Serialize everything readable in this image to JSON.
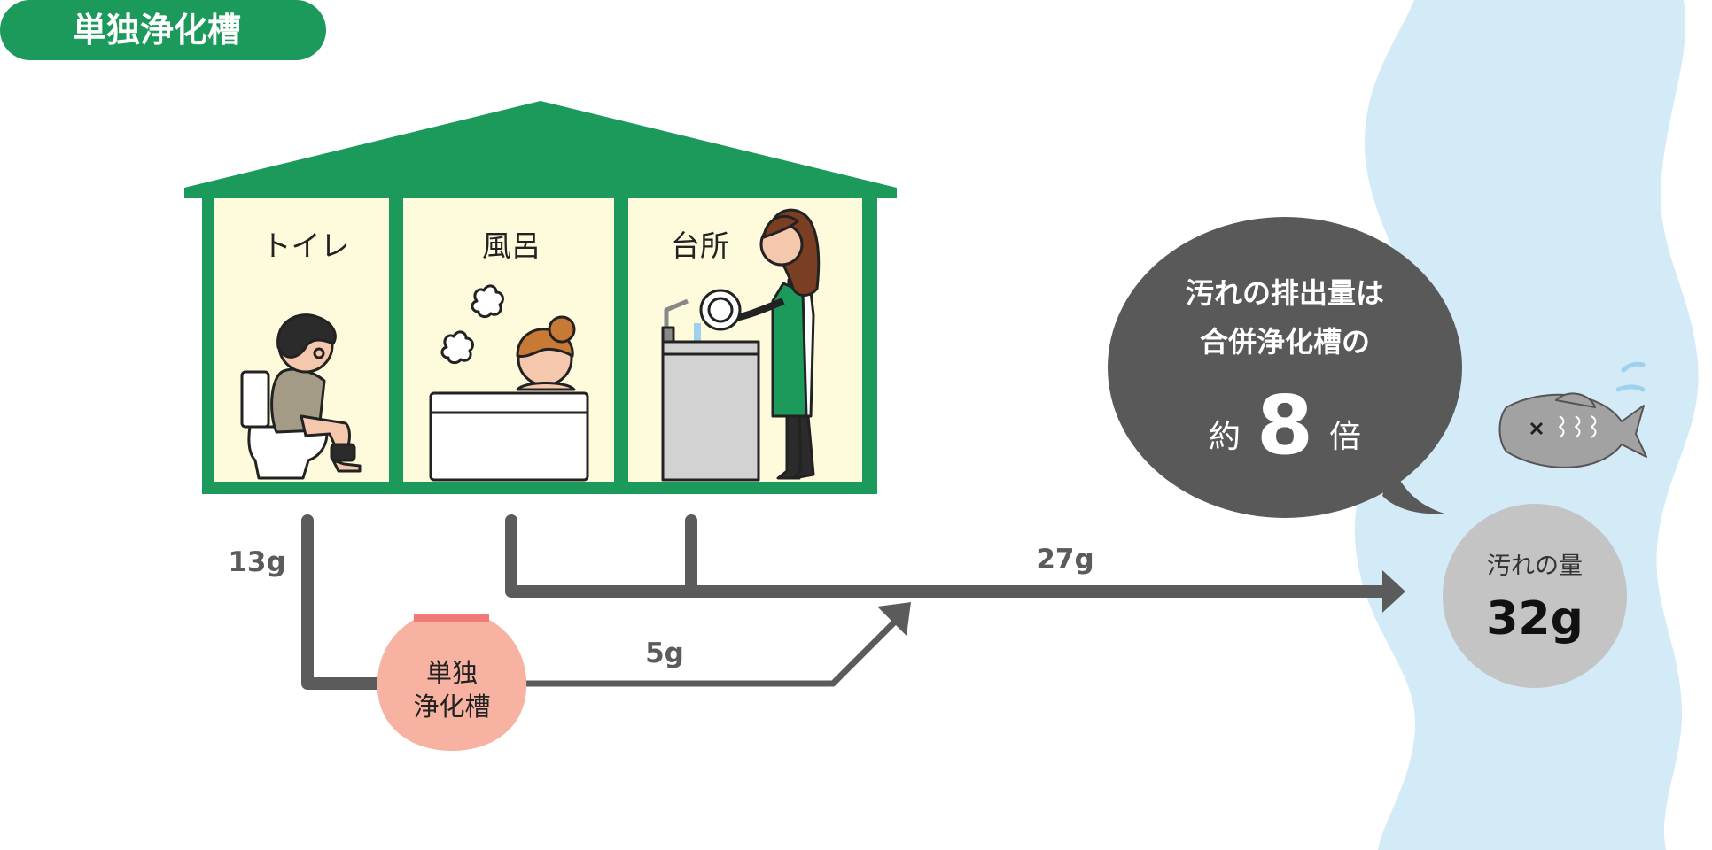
{
  "badge": {
    "label": "単独浄化槽"
  },
  "house": {
    "rooms": [
      {
        "name": "トイレ"
      },
      {
        "name": "風呂"
      },
      {
        "name": "台所"
      }
    ]
  },
  "flows": {
    "toilet_label": "13g",
    "tank_out_label": "5g",
    "main_label": "27g",
    "tank": {
      "line1": "単独",
      "line2": "浄化槽"
    }
  },
  "bubble": {
    "line1": "汚れの排出量は",
    "line2": "合併浄化槽の",
    "prefix": "約",
    "number": "8",
    "suffix": "倍"
  },
  "total": {
    "label": "汚れの量",
    "value": "32g"
  },
  "colors": {
    "green": "#1b9a5c",
    "room_bg": "#fefadc",
    "pipe": "#5b5b5b",
    "tank": "#f8b2a2",
    "tank_top": "#ef7b76",
    "river": "#d3eaf7",
    "bubble": "#595959",
    "total_circle": "#c4c4c4"
  }
}
